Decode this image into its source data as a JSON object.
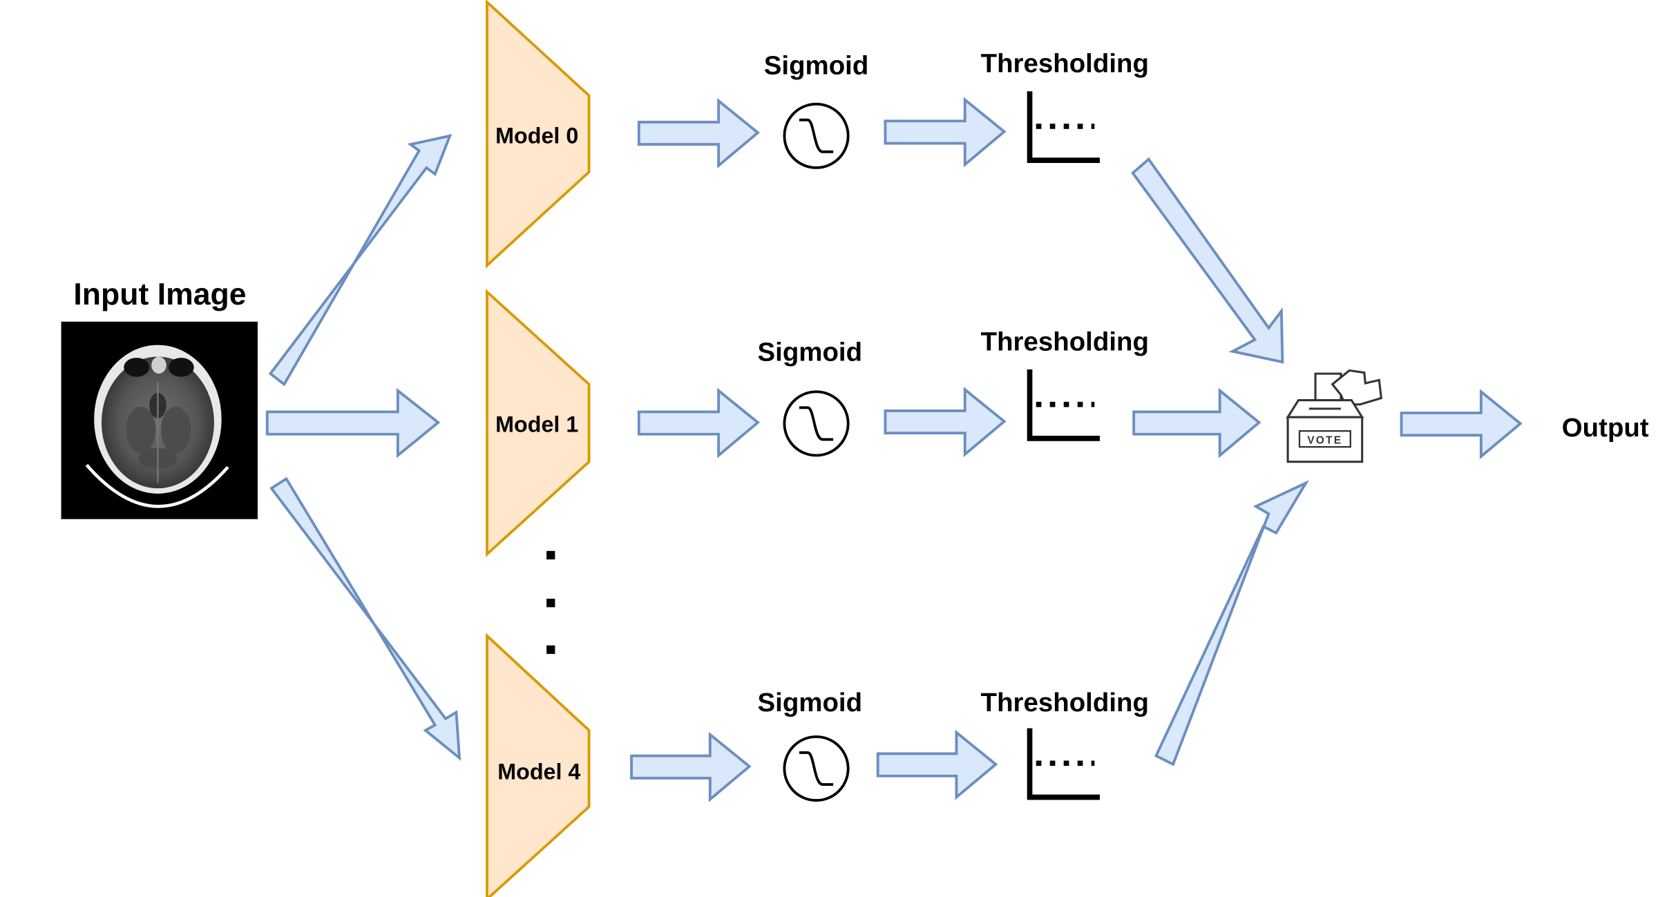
{
  "input": {
    "title": "Input Image"
  },
  "models": [
    {
      "label": "Model 0"
    },
    {
      "label": "Model 1"
    },
    {
      "label": "Model 4"
    }
  ],
  "stages": {
    "sigmoid": "Sigmoid",
    "thresholding": "Thresholding"
  },
  "vote": {
    "label": "VOTE",
    "icon": "ballot-box-icon"
  },
  "output": {
    "label": "Output"
  },
  "colors": {
    "arrow_fill": "#dae8fc",
    "arrow_stroke": "#6c8ebf",
    "model_fill": "#ffe6cc",
    "model_stroke": "#d79b00"
  }
}
